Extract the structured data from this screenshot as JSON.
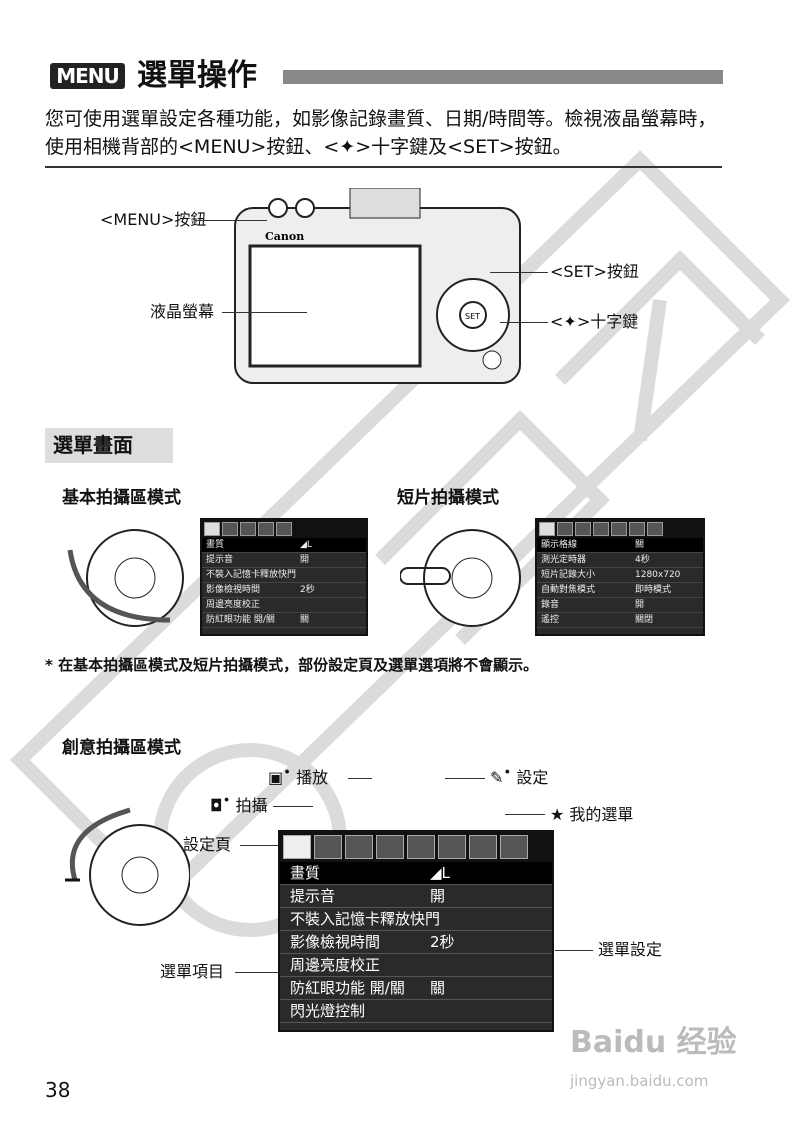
{
  "header": {
    "badge": "MENU",
    "title": "選單操作"
  },
  "intro": "您可使用選單設定各種功能，如影像記錄畫質、日期/時間等。檢視液晶螢幕時，使用相機背部的<MENU>按鈕、<✦>十字鍵及<SET>按鈕。",
  "camera": {
    "brand": "Canon",
    "labels": {
      "menu_button": "<MENU>按鈕",
      "lcd": "液晶螢幕",
      "set_button": "<SET>按鈕",
      "cross_keys": "<✦>十字鍵"
    }
  },
  "section": "選單畫面",
  "basic": {
    "title": "基本拍攝區模式",
    "rows": [
      [
        "畫質",
        "◢L"
      ],
      [
        "提示音",
        "開"
      ],
      [
        "不裝入記憶卡釋放快門",
        ""
      ],
      [
        "影像檢視時間",
        "2秒"
      ],
      [
        "周邊亮度校正",
        ""
      ],
      [
        "防紅眼功能 開/關",
        "關"
      ]
    ]
  },
  "movie": {
    "title": "短片拍攝模式",
    "rows": [
      [
        "顯示格線",
        "關"
      ],
      [
        "測光定時器",
        "4秒"
      ],
      [
        "短片記錄大小",
        "1280x720"
      ],
      [
        "自動對焦模式",
        "即時模式"
      ],
      [
        "錄音",
        "開"
      ],
      [
        "遙控",
        "關閉"
      ]
    ]
  },
  "note": "* 在基本拍攝區模式及短片拍攝模式，部份設定頁及選單選項將不會顯示。",
  "creative": {
    "title": "創意拍攝區模式",
    "labels": {
      "playback": "播放",
      "setup": "設定",
      "shooting": "拍攝",
      "my_menu": "★ 我的選單",
      "tab": "設定頁",
      "settings": "選單設定",
      "items": "選單項目"
    },
    "rows": [
      [
        "畫質",
        "◢L"
      ],
      [
        "提示音",
        "開"
      ],
      [
        "不裝入記憶卡釋放快門",
        ""
      ],
      [
        "影像檢視時間",
        "2秒"
      ],
      [
        "周邊亮度校正",
        ""
      ],
      [
        "防紅眼功能 開/關",
        "關"
      ],
      [
        "閃光燈控制",
        ""
      ]
    ]
  },
  "page_number": "38",
  "watermark": {
    "copy": "COPY",
    "baidu": "Baidu 经验",
    "site": "jingyan.baidu.com"
  }
}
